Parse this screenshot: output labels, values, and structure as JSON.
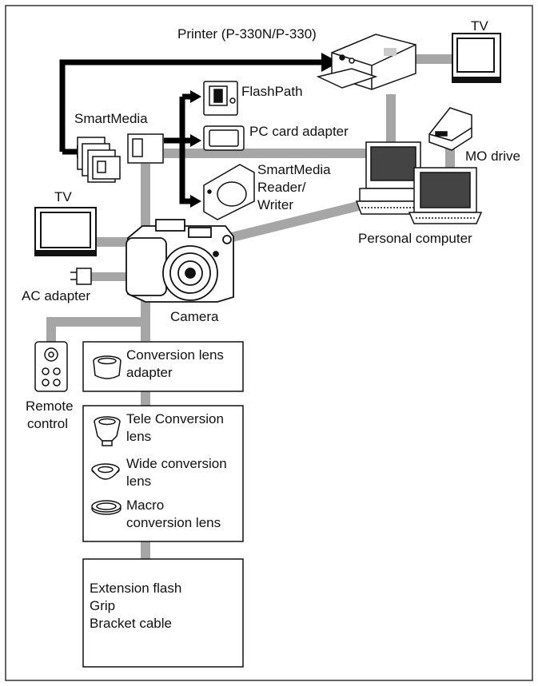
{
  "labels": {
    "printer": "Printer (P-330N/P-330)",
    "tv_top": "TV",
    "flashpath": "FlashPath",
    "smartmedia": "SmartMedia",
    "pc_card_adapter": "PC card adapter",
    "mo_drive": "MO drive",
    "reader_writer": [
      "SmartMedia",
      "Reader/",
      "Writer"
    ],
    "tv_left": "TV",
    "personal_computer": "Personal computer",
    "ac_adapter": "AC adapter",
    "camera": "Camera",
    "remote_control": [
      "Remote",
      "control"
    ]
  },
  "boxes": {
    "conversion_adapter": [
      "Conversion lens",
      "adapter"
    ],
    "tele": [
      "Tele Conversion",
      "lens"
    ],
    "wide": [
      "Wide conversion",
      "lens"
    ],
    "macro": [
      "Macro",
      "conversion lens"
    ],
    "accessories": [
      "Extension flash",
      "Grip",
      "Bracket cable"
    ]
  },
  "colors": {
    "connector_gray": "#a6a6a6",
    "arrow_black": "#000000",
    "device_outline": "#111111",
    "frame": "#333333"
  }
}
